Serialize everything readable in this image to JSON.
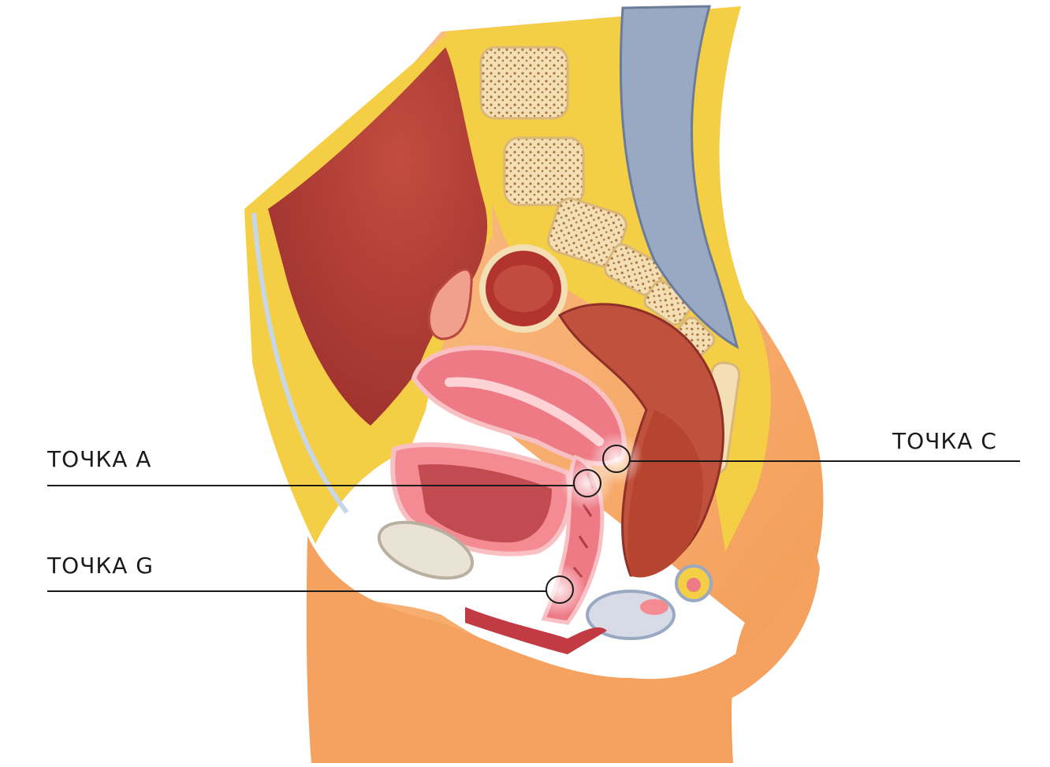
{
  "labels": {
    "point_a": "ТОЧКА А",
    "point_g": "ТОЧКА G",
    "point_c": "ТОЧКА С"
  },
  "colors": {
    "skin": "#f7a562",
    "skin_light": "#fbc48d",
    "fat": "#f4cf45",
    "fat_light": "#f9e27a",
    "cavity": "#b4413a",
    "muscle": "#c0513d",
    "organ_pink": "#ee7a86",
    "bone": "#f3dfb3",
    "spine_blue": "#9aa9c3",
    "line": "#1a1a1a"
  }
}
